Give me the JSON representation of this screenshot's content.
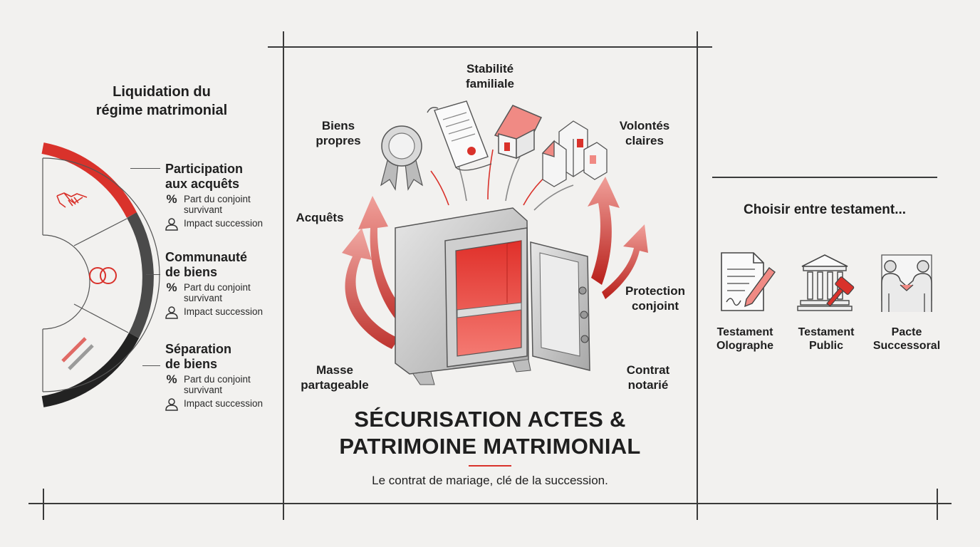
{
  "left_panel": {
    "title_line1": "Liquidation du",
    "title_line2": "régime matrimonial",
    "regimes": [
      {
        "title_line1": "Participation",
        "title_line2": "aux acquêts",
        "icon": "handshake-icon",
        "detail1_line1": "Part du conjoint",
        "detail1_line2": "survivant",
        "detail2": "Impact succession"
      },
      {
        "title_line1": "Communauté",
        "title_line2": "de biens",
        "icon": "rings-icon",
        "detail1_line1": "Part du conjoint",
        "detail1_line2": "survivant",
        "detail2": "Impact succession"
      },
      {
        "title_line1": "Séparation",
        "title_line2": "de biens",
        "icon": "separated-bars-icon",
        "detail1_line1": "Part du conjoint",
        "detail1_line2": "survivant",
        "detail2": "Impact succession"
      }
    ]
  },
  "center_panel": {
    "labels": {
      "stabilite_line1": "Stabilité",
      "stabilite_line2": "familiale",
      "biens_line1": "Biens",
      "biens_line2": "propres",
      "volontes_line1": "Volontés",
      "volontes_line2": "claires",
      "acquets": "Acquêts",
      "protection_line1": "Protection",
      "protection_line2": "conjoint",
      "masse_line1": "Masse",
      "masse_line2": "partageable",
      "contrat_line1": "Contrat",
      "contrat_line2": "notarié"
    },
    "title_line1": "SÉCURISATION ACTES &",
    "title_line2": "PATRIMOINE MATRIMONIAL",
    "subtitle": "Le contrat de mariage, clé de la succession."
  },
  "right_panel": {
    "title": "Choisir entre testament...",
    "items": [
      {
        "line1": "Testament",
        "line2": "Olographe",
        "icon": "handwritten-document-icon"
      },
      {
        "line1": "Testament",
        "line2": "Public",
        "icon": "courthouse-gavel-icon"
      },
      {
        "line1": "Pacte",
        "line2": "Successoral",
        "icon": "agreement-handshake-icon"
      }
    ]
  },
  "colors": {
    "accent_red": "#d9322b",
    "dark_gray": "#4a4a4a",
    "black": "#222222",
    "background": "#f2f1ef"
  }
}
